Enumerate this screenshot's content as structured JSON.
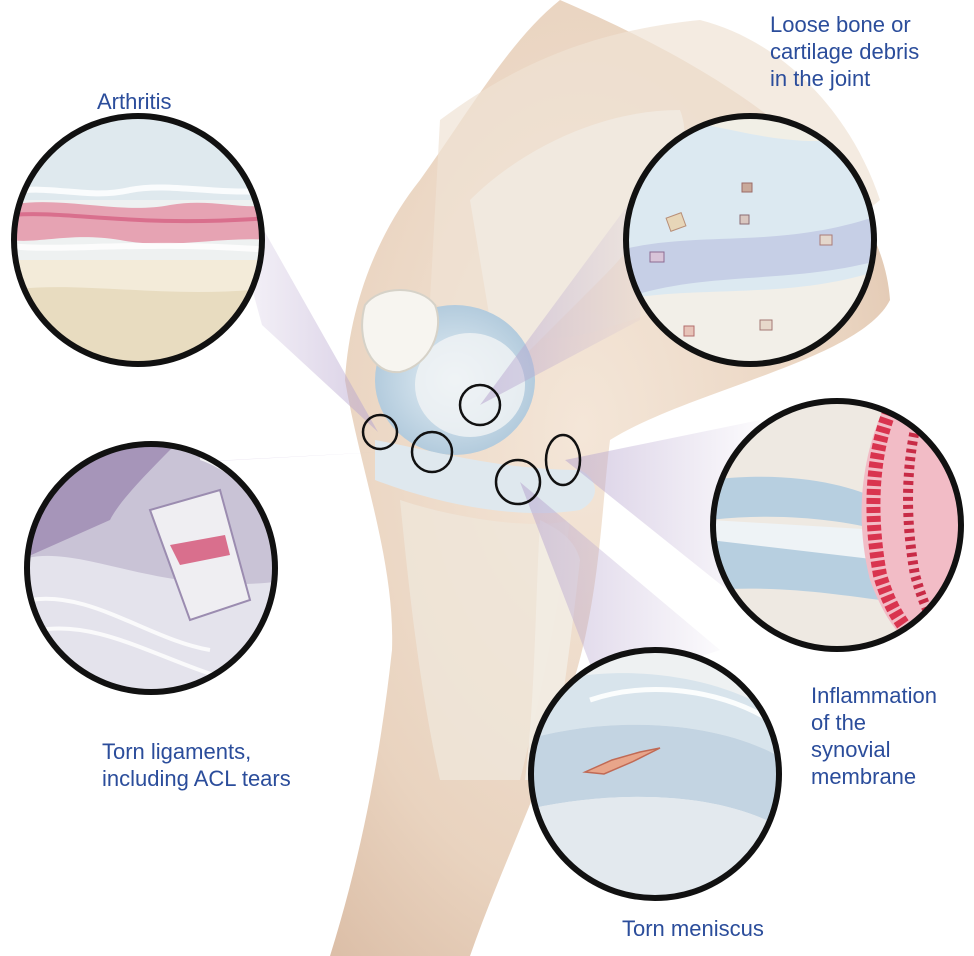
{
  "labels": {
    "arthritis": [
      "Arthritis"
    ],
    "loose_debris": [
      "Loose bone or",
      "cartilage debris",
      "in the joint"
    ],
    "torn_ligaments": [
      "Torn ligaments,",
      "including ACL tears"
    ],
    "inflammation": [
      "Inflammation",
      "of the",
      "synovial",
      "membrane"
    ],
    "torn_meniscus": [
      "Torn meniscus"
    ]
  },
  "colors": {
    "label_text": "#2b4d9b",
    "callout_ring": "#111111",
    "beam": "#b8a6cf",
    "skin": "#ead7c6",
    "bone": "#f4f1ea",
    "cartilage": "#cfe1ee",
    "inflamed_tissue": "#d9344f"
  }
}
